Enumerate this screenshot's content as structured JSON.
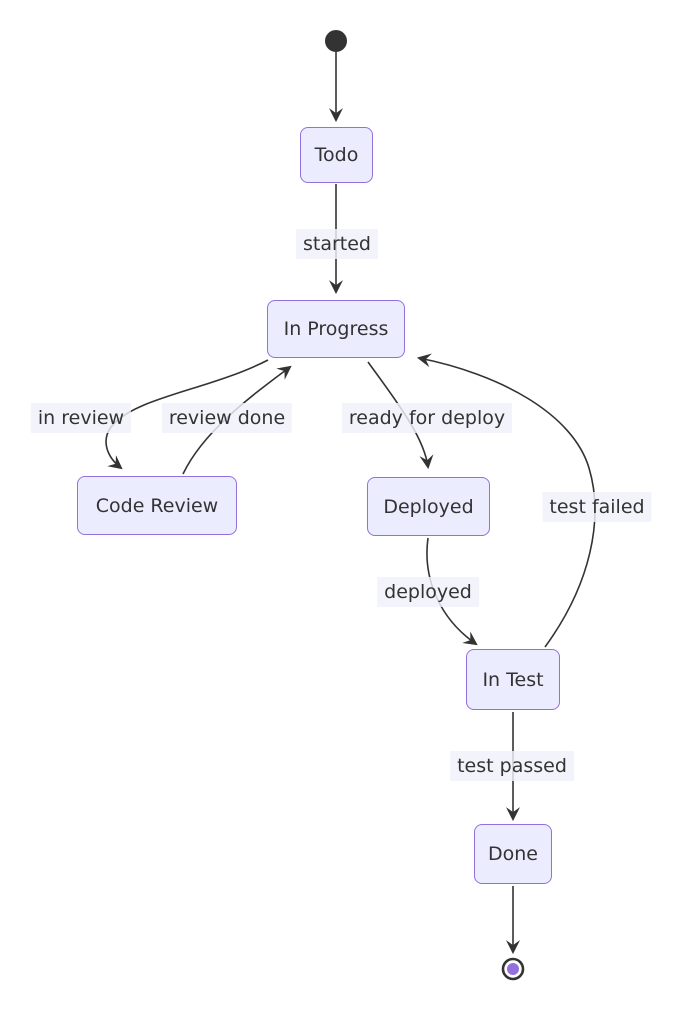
{
  "diagram": {
    "kind": "state-diagram",
    "background": "#ffffff",
    "colors": {
      "node_fill": "#ECECFF",
      "node_border": "#9370DB",
      "edge_stroke": "#333333",
      "edge_label_bg": "#f0f0fb",
      "text": "#333333",
      "start_dot": "#333333",
      "end_outer_ring": "#333333",
      "end_inner_fill": "#9370DB"
    },
    "nodes": [
      {
        "id": "todo",
        "label": "Todo"
      },
      {
        "id": "in_progress",
        "label": "In Progress"
      },
      {
        "id": "code_review",
        "label": "Code Review"
      },
      {
        "id": "deployed",
        "label": "Deployed"
      },
      {
        "id": "in_test",
        "label": "In Test"
      },
      {
        "id": "done",
        "label": "Done"
      }
    ],
    "edges": [
      {
        "from": "start",
        "to": "todo",
        "label": ""
      },
      {
        "from": "todo",
        "to": "in_progress",
        "label": "started"
      },
      {
        "from": "in_progress",
        "to": "code_review",
        "label": "in review"
      },
      {
        "from": "code_review",
        "to": "in_progress",
        "label": "review done"
      },
      {
        "from": "in_progress",
        "to": "deployed",
        "label": "ready for deploy"
      },
      {
        "from": "deployed",
        "to": "in_test",
        "label": "deployed"
      },
      {
        "from": "in_test",
        "to": "in_progress",
        "label": "test failed"
      },
      {
        "from": "in_test",
        "to": "done",
        "label": "test passed"
      },
      {
        "from": "done",
        "to": "end",
        "label": ""
      }
    ]
  }
}
